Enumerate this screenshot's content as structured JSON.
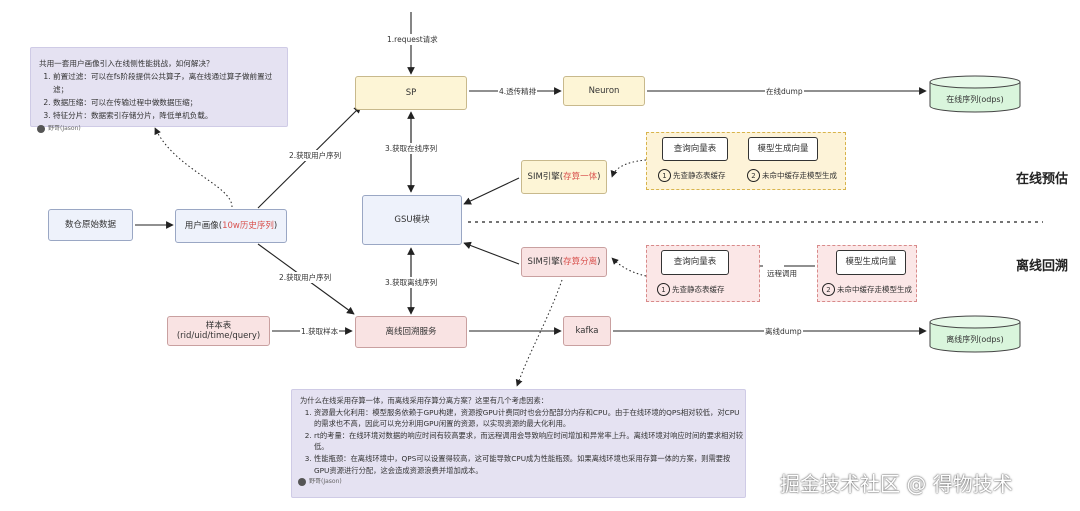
{
  "nodes": {
    "sp": "SP",
    "neuron": "Neuron",
    "online_db": "在线序列(odps)",
    "offline_db": "离线序列(odps)",
    "sim_online_prefix": "SIM引擎(",
    "sim_online_highlight": "存算一体",
    "sim_online_suffix": ")",
    "sim_offline_prefix": "SIM引擎(",
    "sim_offline_highlight": "存算分离",
    "sim_offline_suffix": ")",
    "gsu": "GSU模块",
    "raw_data": "数仓原始数据",
    "user_profile_prefix": "用户画像(",
    "user_profile_highlight": "10w历史序列",
    "user_profile_suffix": ")",
    "sample_table": "样本表(rid/uid/time/query)",
    "offline_service": "离线回溯服务",
    "kafka": "kafka",
    "query_vector_online": "查询向量表",
    "model_vector_online": "模型生成向量",
    "query_vector_offline": "查询向量表",
    "model_vector_offline": "模型生成向量"
  },
  "steps": {
    "online_1": "先查静态表缓存",
    "online_2": "未命中缓存走模型生成",
    "offline_1": "先查静态表缓存",
    "offline_2": "未命中缓存走模型生成",
    "num1": "1",
    "num2": "2"
  },
  "edges": {
    "request": "1.request请求",
    "transparent": "4.透传精排",
    "online_dump": "在线dump",
    "get_online_seq": "3.获取在线序列",
    "get_user_seq_top": "2.获取用户序列",
    "get_user_seq_bottom": "2.获取用户序列",
    "get_offline_seq": "3.获取离线序列",
    "get_sample": "1.获取样本",
    "offline_dump": "离线dump",
    "remote_call": "远程调用"
  },
  "sections": {
    "online": "在线预估",
    "offline": "离线回溯"
  },
  "note_top": {
    "intro": "共用一套用户画像引入在线侧性能挑战，如何解决？",
    "items": [
      "前置过滤：可以在fs阶段提供公共算子，离在线通过算子做前置过滤；",
      "数据压缩：可以在传输过程中做数据压缩；",
      "特征分片：数据索引存储分片，降低单机负载。"
    ],
    "author": "野哥(Jason)"
  },
  "note_bottom": {
    "intro": "为什么在线采用存算一体，而离线采用存算分离方案？这里有几个考虑因素：",
    "items": [
      "资源最大化利用：模型服务依赖于GPU构建，资源按GPU计费同时也会分配部分内存和CPU。由于在线环境的QPS相对较低，对CPU的需求也不高，因此可以充分利用GPU闲置的资源，以实现资源的最大化利用。",
      "rt的考量：在线环境对数据的响应时间有较高要求，而远程调用会导致响应时间增加和异常率上升。离线环境对响应时间的要求相对较低。",
      "性能瓶颈：在离线环境中，QPS可以设置得较高，这可能导致CPU成为性能瓶颈。如果离线环境也采用存算一体的方案，则需要按GPU资源进行分配，这会造成资源浪费并增加成本。"
    ],
    "author": "野哥(Jason)"
  },
  "watermark": "掘金技术社区 @ 得物技术"
}
